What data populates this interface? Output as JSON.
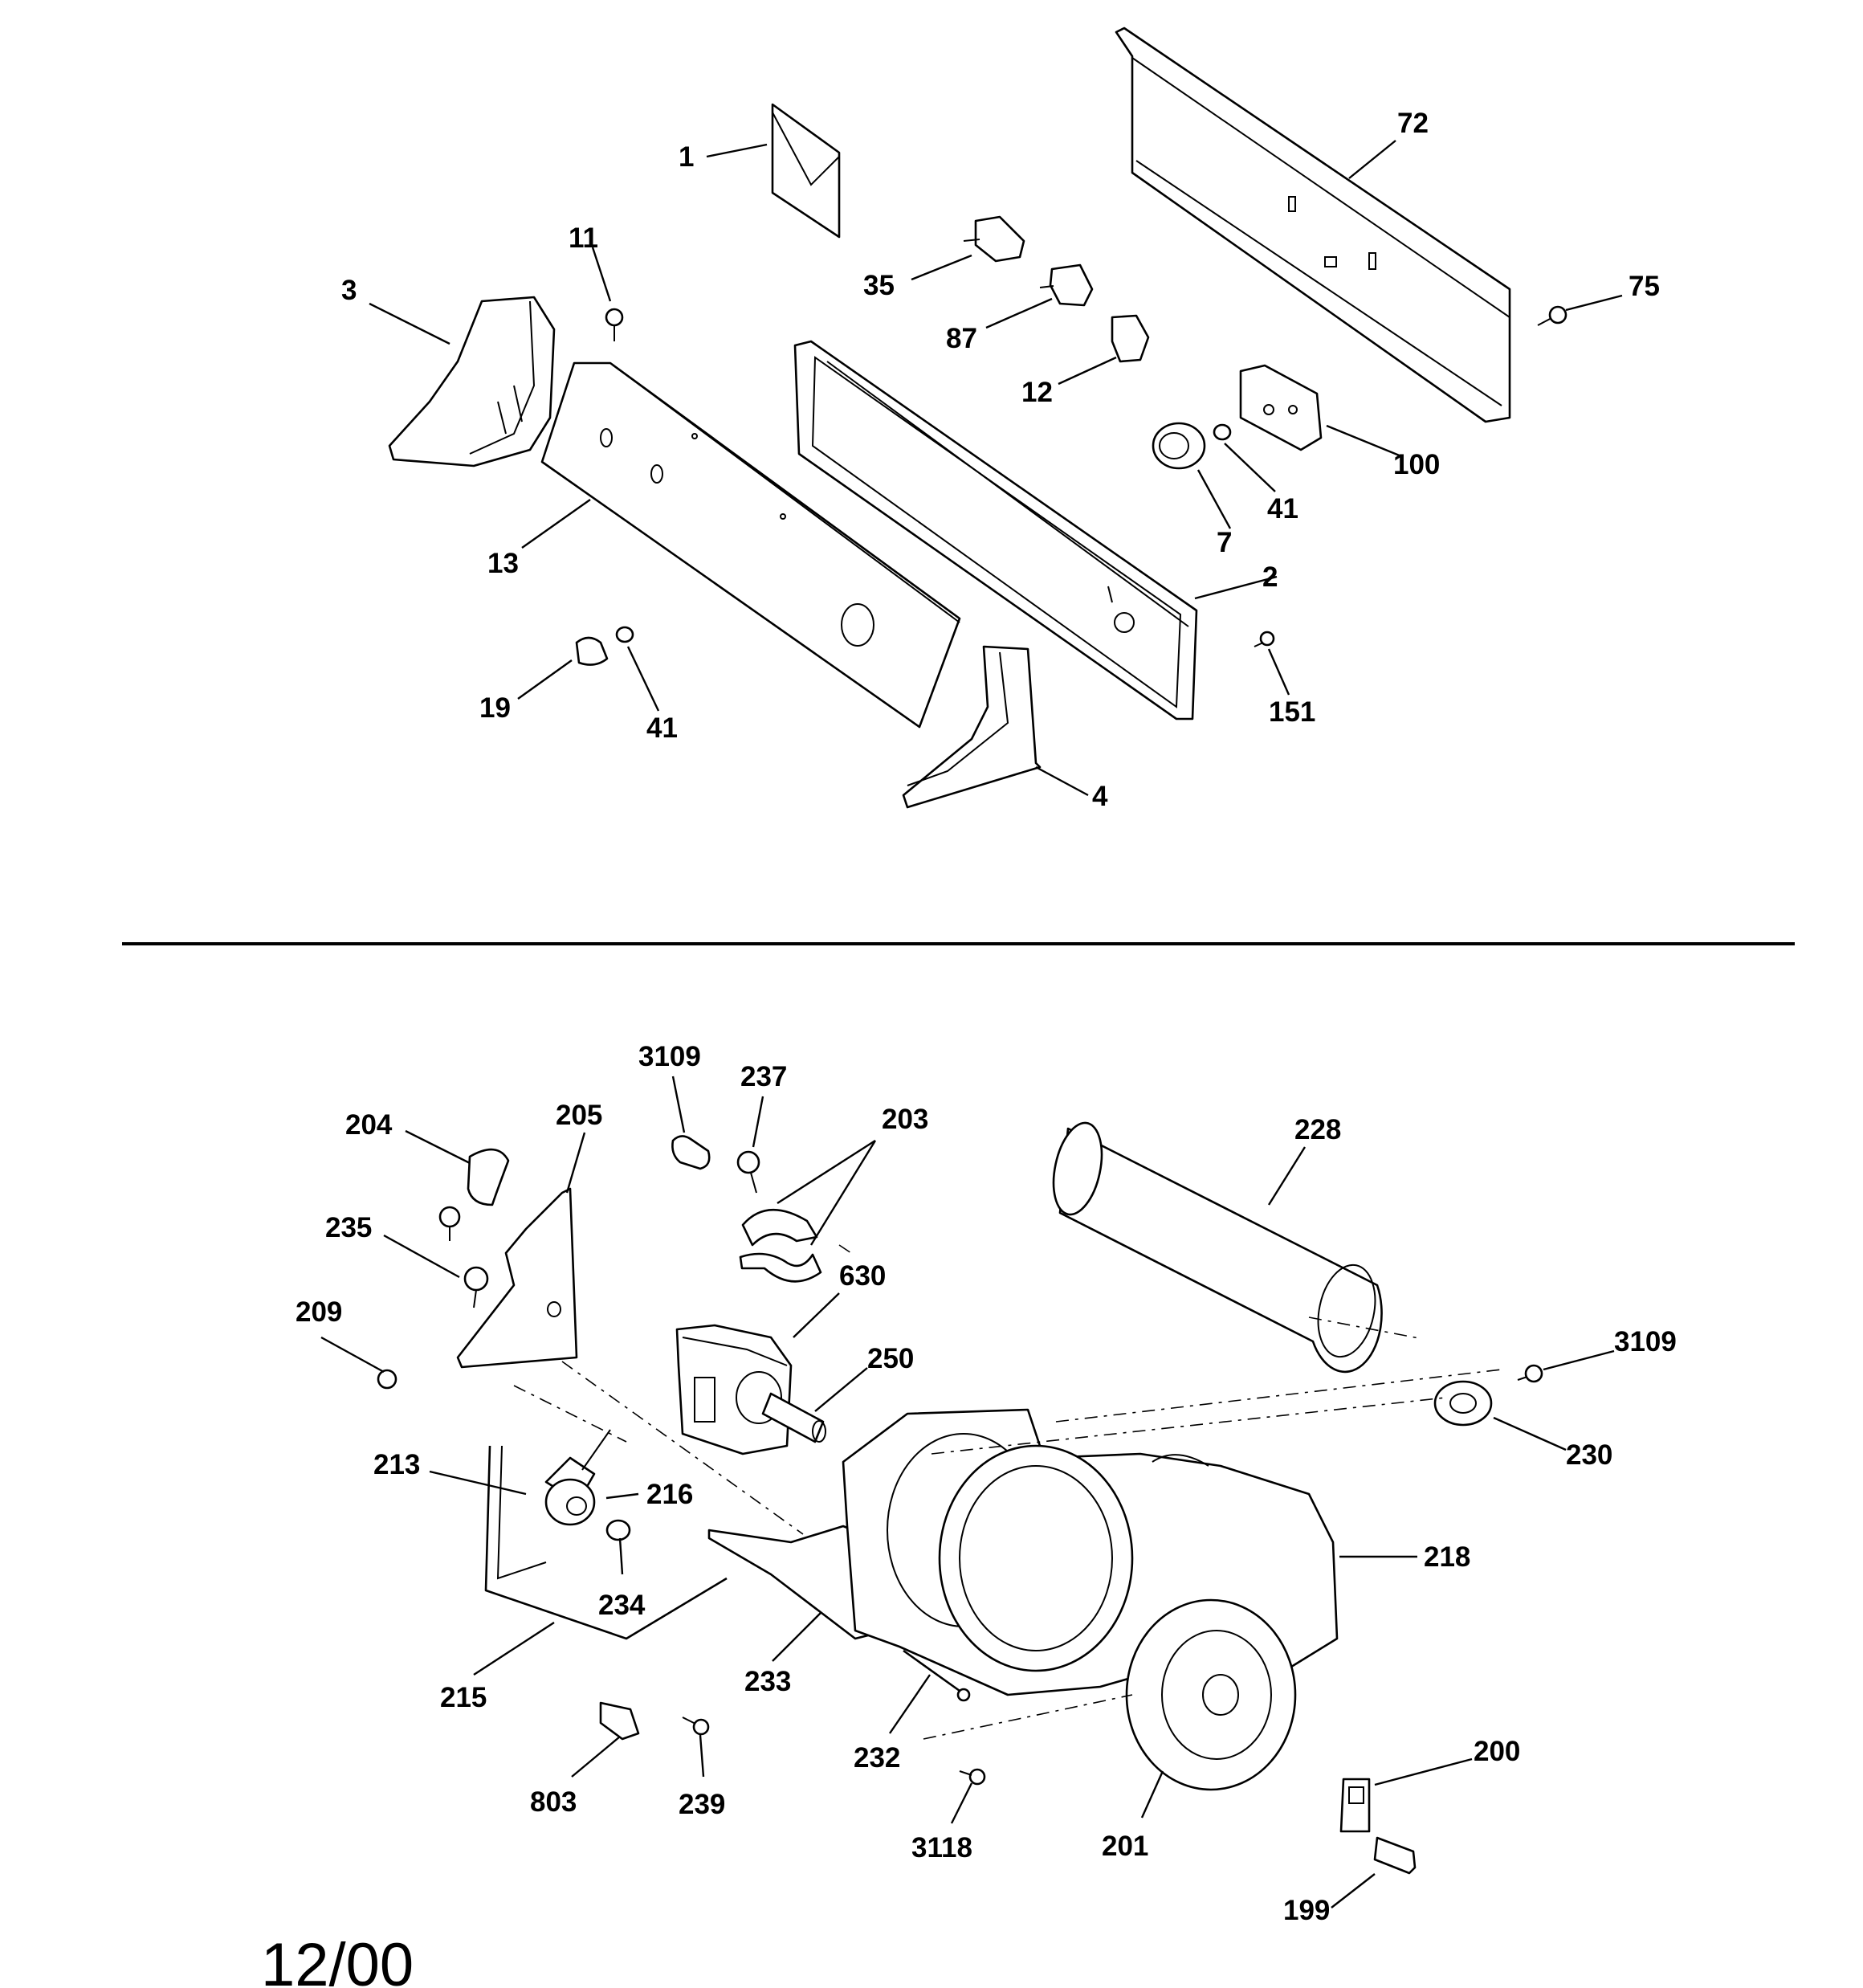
{
  "diagram": {
    "date": "12/00",
    "callouts": [
      "1",
      "72",
      "11",
      "35",
      "75",
      "3",
      "87",
      "12",
      "100",
      "41",
      "7",
      "13",
      "2",
      "19",
      "41",
      "151",
      "4",
      "3109",
      "237",
      "203",
      "204",
      "205",
      "228",
      "235",
      "630",
      "209",
      "250",
      "3109",
      "213",
      "216",
      "230",
      "218",
      "234",
      "215",
      "233",
      "232",
      "200",
      "803",
      "239",
      "3118",
      "201",
      "199"
    ]
  }
}
